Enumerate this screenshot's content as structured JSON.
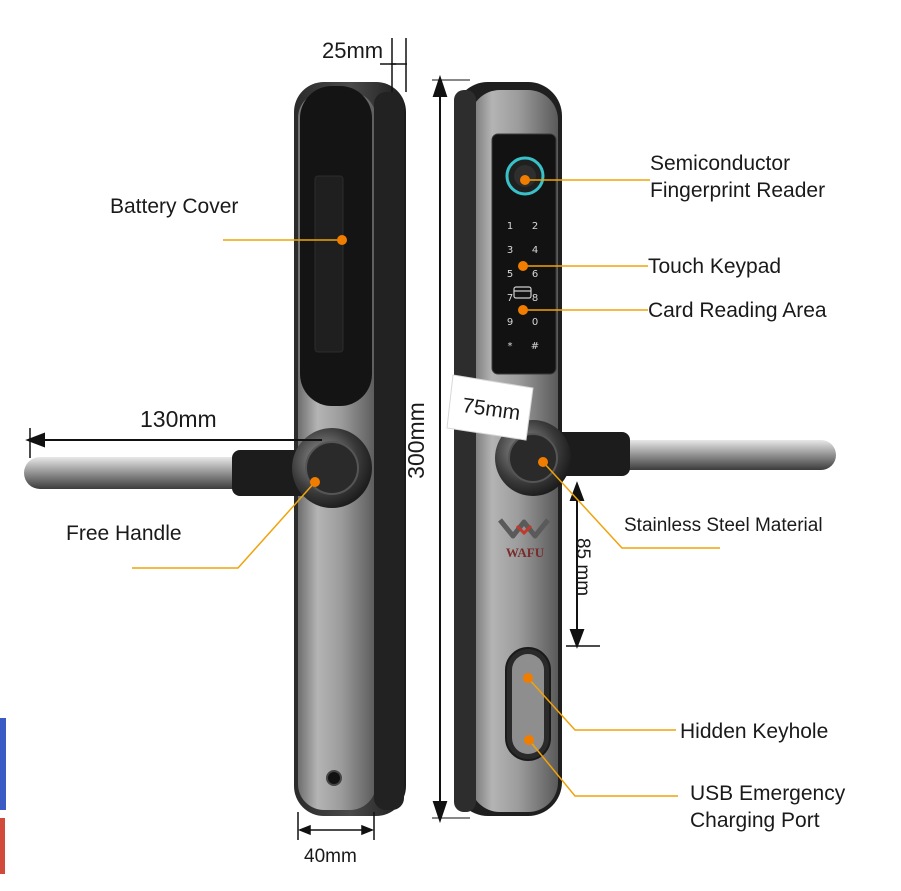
{
  "brand": {
    "logo_text": "WAFU"
  },
  "labels": {
    "battery_cover": "Battery Cover",
    "fingerprint_line1": "Semiconductor",
    "fingerprint_line2": "Fingerprint Reader",
    "touch_keypad": "Touch Keypad",
    "card_reading": "Card Reading Area",
    "free_handle": "Free Handle",
    "stainless_steel": "Stainless Steel Material",
    "hidden_keyhole": "Hidden Keyhole",
    "usb_line1": "USB Emergency",
    "usb_line2": "Charging Port"
  },
  "dimensions": {
    "thickness": "25mm",
    "height": "300mm",
    "handle_length": "130mm",
    "face_width": "40mm",
    "backset": "75mm",
    "keyhole_offset": "85 mm"
  },
  "keypad_keys": [
    "1",
    "2",
    "3",
    "4",
    "5",
    "6",
    "7",
    "8",
    "9",
    "0",
    "*",
    "#"
  ],
  "colors": {
    "leader": "#f0a30a",
    "leader_dot": "#f07d00",
    "fingerprint_ring": "#39c1c9",
    "panel_black": "#151515",
    "brushed_steel": "#9a9a9a"
  }
}
